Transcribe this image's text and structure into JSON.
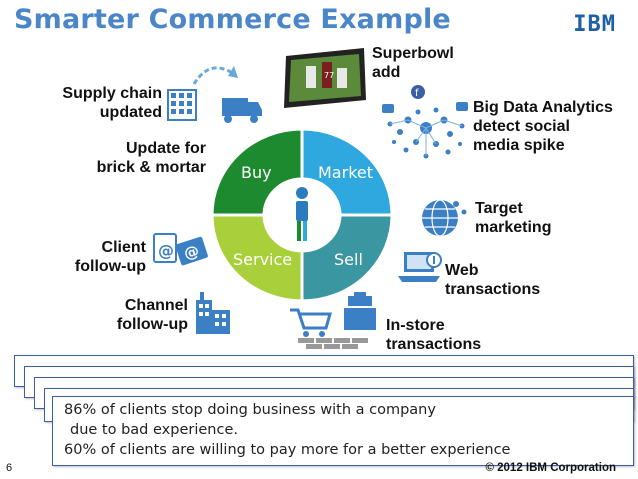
{
  "header": {
    "title": "Smarter Commerce Example",
    "logo": "IBM"
  },
  "wheel": {
    "segments": [
      {
        "label": "Buy",
        "color": "#1d8a2f"
      },
      {
        "label": "Market",
        "color": "#2fa8e0"
      },
      {
        "label": "Service",
        "color": "#a9cf3a"
      },
      {
        "label": "Sell",
        "color": "#3a96a0"
      }
    ]
  },
  "labels": {
    "supply_chain_1": "Supply chain",
    "supply_chain_2": "updated",
    "update_for_1": "Update for",
    "update_for_2": "brick & mortar",
    "client_1": "Client",
    "client_2": "follow-up",
    "channel_1": "Channel",
    "channel_2": "follow-up",
    "superbowl_1": "Superbowl",
    "superbowl_2": "add",
    "bigdata_1": "Big Data Analytics",
    "bigdata_2": "detect social",
    "bigdata_3": "media spike",
    "target_1": "Target",
    "target_2": "marketing",
    "web_1": "Web",
    "web_2": "transactions",
    "instore_1": "In-store",
    "instore_2": "transactions"
  },
  "message": {
    "line1": "86% of clients stop doing business with a company",
    "line2": "due to bad experience.",
    "line3": "60% of clients are willing to pay more for a better experience"
  },
  "footer": {
    "page_number": "6",
    "copyright": "© 2012 IBM Corporation"
  }
}
